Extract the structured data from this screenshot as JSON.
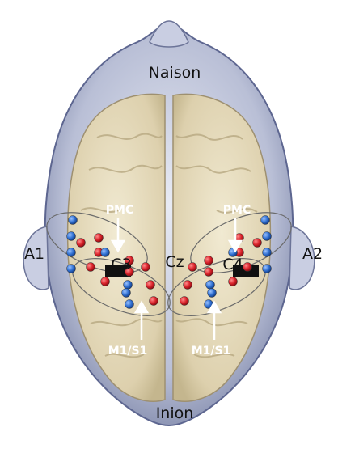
{
  "labels": {
    "nasion": "Naison",
    "inion": "Inion",
    "a1": "A1",
    "a2": "A2",
    "cz": "Cz",
    "c3": "C3",
    "c4": "C4",
    "pmc_left": "PMC",
    "pmc_right": "PMC",
    "m1s1_left": "M1/S1",
    "m1s1_right": "M1/S1"
  },
  "colors": {
    "source_optode": "#d9222a",
    "detector_optode": "#2f6fd1",
    "brain": "#e6dcc0",
    "head": "#b9bfd6",
    "ellipse_outline": "#6b6b6b",
    "label_white": "#ffffff"
  },
  "optodes": {
    "left": [
      {
        "type": "detector"
      },
      {
        "type": "detector"
      },
      {
        "type": "source"
      },
      {
        "type": "source"
      },
      {
        "type": "detector"
      },
      {
        "type": "source"
      },
      {
        "type": "source"
      },
      {
        "type": "detector"
      },
      {
        "type": "source"
      },
      {
        "type": "source"
      },
      {
        "type": "detector"
      },
      {
        "type": "source"
      },
      {
        "type": "detector"
      },
      {
        "type": "detector"
      },
      {
        "type": "source"
      },
      {
        "type": "detector"
      },
      {
        "type": "source"
      },
      {
        "type": "source"
      }
    ],
    "right": [
      {
        "type": "detector"
      },
      {
        "type": "detector"
      },
      {
        "type": "source"
      },
      {
        "type": "source"
      },
      {
        "type": "detector"
      },
      {
        "type": "source"
      },
      {
        "type": "source"
      },
      {
        "type": "detector"
      },
      {
        "type": "source"
      },
      {
        "type": "source"
      },
      {
        "type": "detector"
      },
      {
        "type": "source"
      },
      {
        "type": "detector"
      },
      {
        "type": "detector"
      },
      {
        "type": "source"
      },
      {
        "type": "detector"
      },
      {
        "type": "source"
      },
      {
        "type": "source"
      }
    ]
  }
}
